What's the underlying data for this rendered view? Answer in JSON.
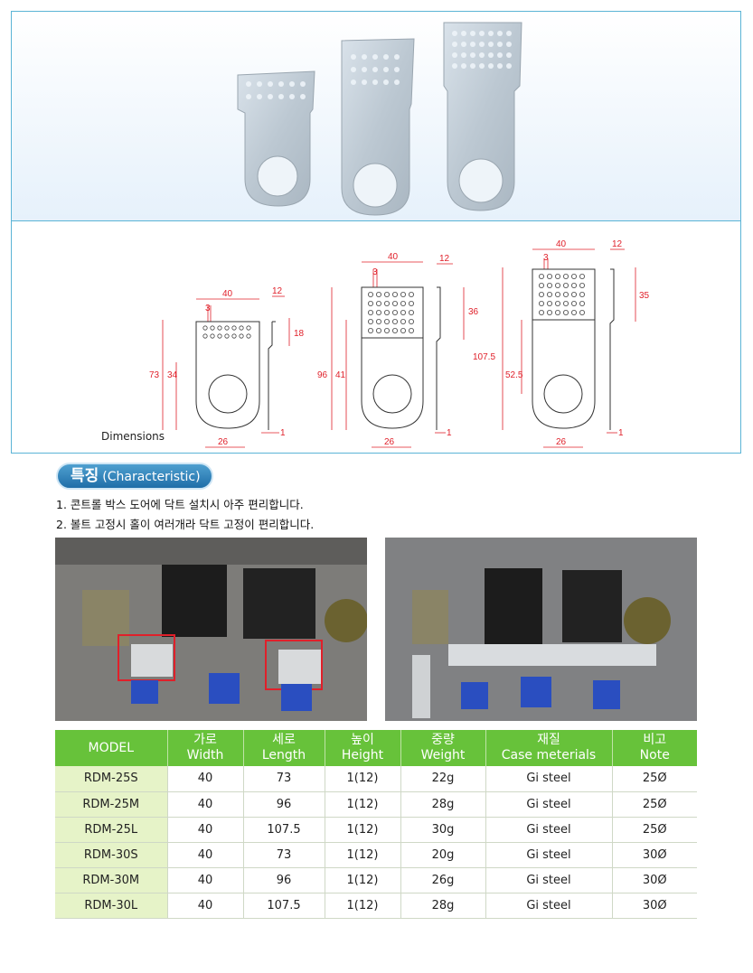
{
  "dimensions_label": "Dimensions",
  "drawings": [
    {
      "width": "40",
      "hole_offset": "3",
      "thickness_top": "12",
      "tab_height": "18",
      "total_length": "73",
      "center_height": "34",
      "hole_diameter": "26",
      "thickness": "1"
    },
    {
      "width": "40",
      "hole_offset": "3",
      "thickness_top": "12",
      "tab_height": "36",
      "total_length": "96",
      "center_height": "41",
      "hole_diameter": "26",
      "thickness": "1"
    },
    {
      "width": "40",
      "hole_offset": "3",
      "thickness_top": "12",
      "tab_height": "35",
      "total_length": "107.5",
      "center_height": "52.5",
      "hole_diameter": "26",
      "thickness": "1"
    }
  ],
  "feature": {
    "title_ko": "특징",
    "title_en": "(Characteristic)",
    "items": [
      "1. 콘트롤 박스 도어에 닥트 설치시 아주 편리합니다.",
      "2. 볼트 고정시 홀이 여러개라 닥트 고정이 편리합니다."
    ]
  },
  "table": {
    "headers": [
      {
        "ko": "MODEL",
        "en": ""
      },
      {
        "ko": "가로",
        "en": "Width"
      },
      {
        "ko": "세로",
        "en": "Length"
      },
      {
        "ko": "높이",
        "en": "Height"
      },
      {
        "ko": "중량",
        "en": "Weight"
      },
      {
        "ko": "재질",
        "en": "Case meterials"
      },
      {
        "ko": "비고",
        "en": "Note"
      }
    ],
    "rows": [
      [
        "RDM-25S",
        "40",
        "73",
        "1(12)",
        "22g",
        "Gi steel",
        "25Ø"
      ],
      [
        "RDM-25M",
        "40",
        "96",
        "1(12)",
        "28g",
        "Gi steel",
        "25Ø"
      ],
      [
        "RDM-25L",
        "40",
        "107.5",
        "1(12)",
        "30g",
        "Gi steel",
        "25Ø"
      ],
      [
        "RDM-30S",
        "40",
        "73",
        "1(12)",
        "20g",
        "Gi steel",
        "30Ø"
      ],
      [
        "RDM-30M",
        "40",
        "96",
        "1(12)",
        "26g",
        "Gi steel",
        "30Ø"
      ],
      [
        "RDM-30L",
        "40",
        "107.5",
        "1(12)",
        "28g",
        "Gi steel",
        "30Ø"
      ]
    ]
  },
  "colors": {
    "accent_blue": "#1f6ea8",
    "table_header": "#67c23a",
    "model_cell": "#e6f3c8",
    "dimension_red": "#e0202a"
  }
}
